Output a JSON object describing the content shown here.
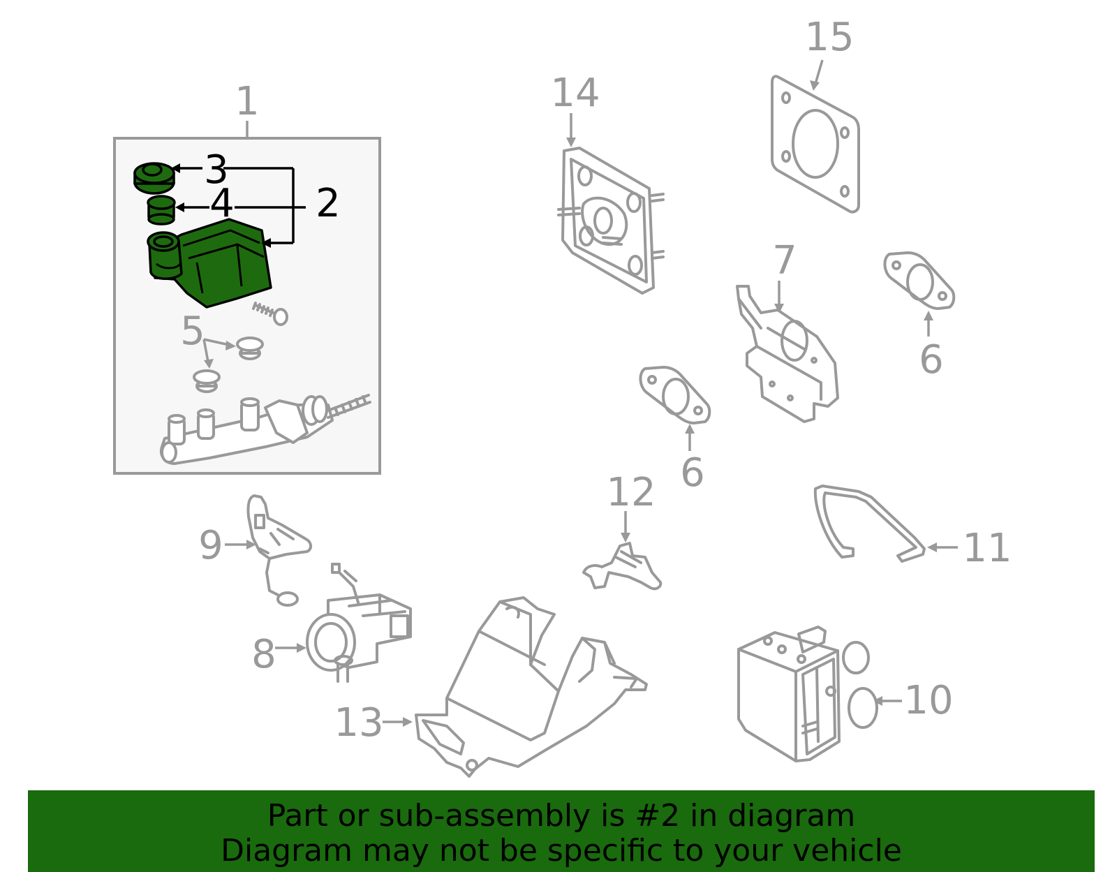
{
  "callouts": {
    "c1": "1",
    "c2": "2",
    "c3": "3",
    "c4": "4",
    "c5": "5",
    "c6a": "6",
    "c6b": "6",
    "c7": "7",
    "c8": "8",
    "c9": "9",
    "c10": "10",
    "c11": "11",
    "c12": "12",
    "c13": "13",
    "c14": "14",
    "c15": "15"
  },
  "banner": {
    "line1": "Part or sub-assembly is #2 in diagram",
    "line2": "Diagram may not be specific to your vehicle"
  },
  "colors": {
    "highlight_part": "#1e6b0f",
    "banner_background": "#1a6a0e",
    "part_outline": "#999999",
    "inset_background": "#f7f7f7"
  }
}
